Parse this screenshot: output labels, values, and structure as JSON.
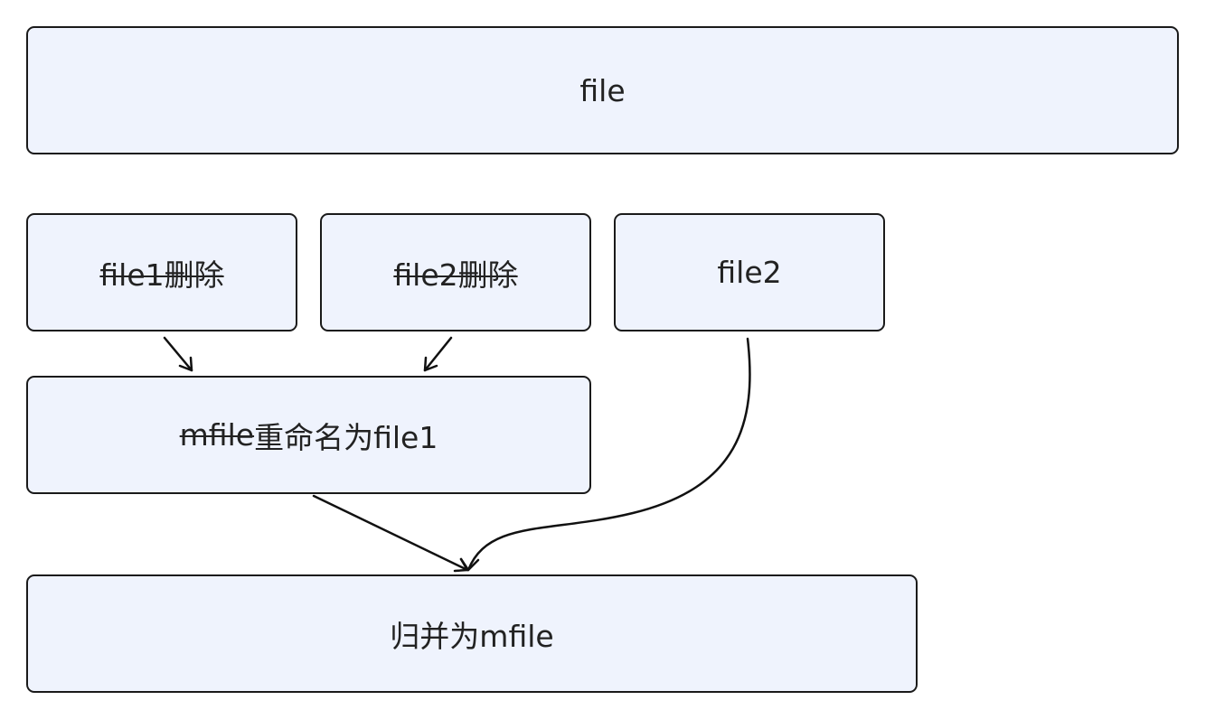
{
  "nodes": {
    "file": {
      "label": "file"
    },
    "file1_delete": {
      "label": "file1删除"
    },
    "file2_delete": {
      "label": "file2删除"
    },
    "file2": {
      "label": "file2"
    },
    "rename": {
      "struck": "mfile",
      "label": "重命名为file1"
    },
    "merge": {
      "label": "归并为mfile"
    }
  },
  "edges": [
    {
      "from": "file1_delete",
      "to": "rename"
    },
    {
      "from": "file2_delete",
      "to": "rename"
    },
    {
      "from": "rename",
      "to": "merge"
    },
    {
      "from": "file2",
      "to": "merge"
    }
  ],
  "colors": {
    "node_fill": "#eff3fd",
    "node_border": "#1a1a1a",
    "text": "#222222"
  }
}
